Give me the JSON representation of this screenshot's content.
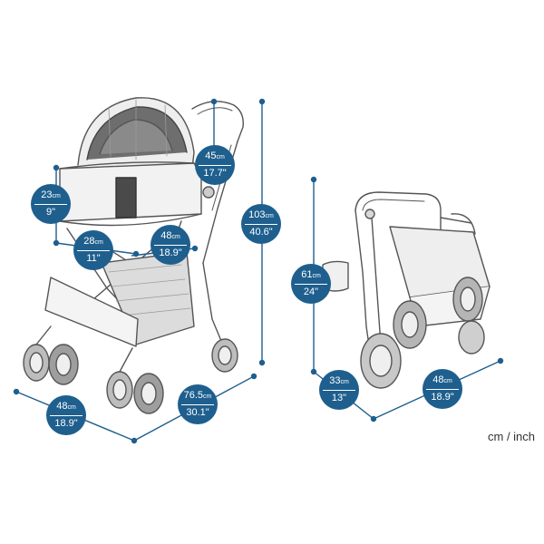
{
  "unit_label": "cm / inch",
  "colors": {
    "accent": "#1e5f8e",
    "line": "#333333"
  },
  "dimensions": [
    {
      "id": "cover-height",
      "cm": "23",
      "unit": "cm",
      "inch": "9\""
    },
    {
      "id": "cover-depth",
      "cm": "28",
      "unit": "cm",
      "inch": "11\""
    },
    {
      "id": "carrier-width",
      "cm": "48",
      "unit": "cm",
      "inch": "18.9\""
    },
    {
      "id": "carrier-top",
      "cm": "45",
      "unit": "cm",
      "inch": "17.7\""
    },
    {
      "id": "total-height",
      "cm": "103",
      "unit": "cm",
      "inch": "40.6\""
    },
    {
      "id": "base-width",
      "cm": "48",
      "unit": "cm",
      "inch": "18.9\""
    },
    {
      "id": "base-length",
      "cm": "76.5",
      "unit": "cm",
      "inch": "30.1\""
    },
    {
      "id": "folded-height",
      "cm": "61",
      "unit": "cm",
      "inch": "24\""
    },
    {
      "id": "folded-depth",
      "cm": "33",
      "unit": "cm",
      "inch": "13\""
    },
    {
      "id": "folded-width",
      "cm": "48",
      "unit": "cm",
      "inch": "18.9\""
    }
  ]
}
